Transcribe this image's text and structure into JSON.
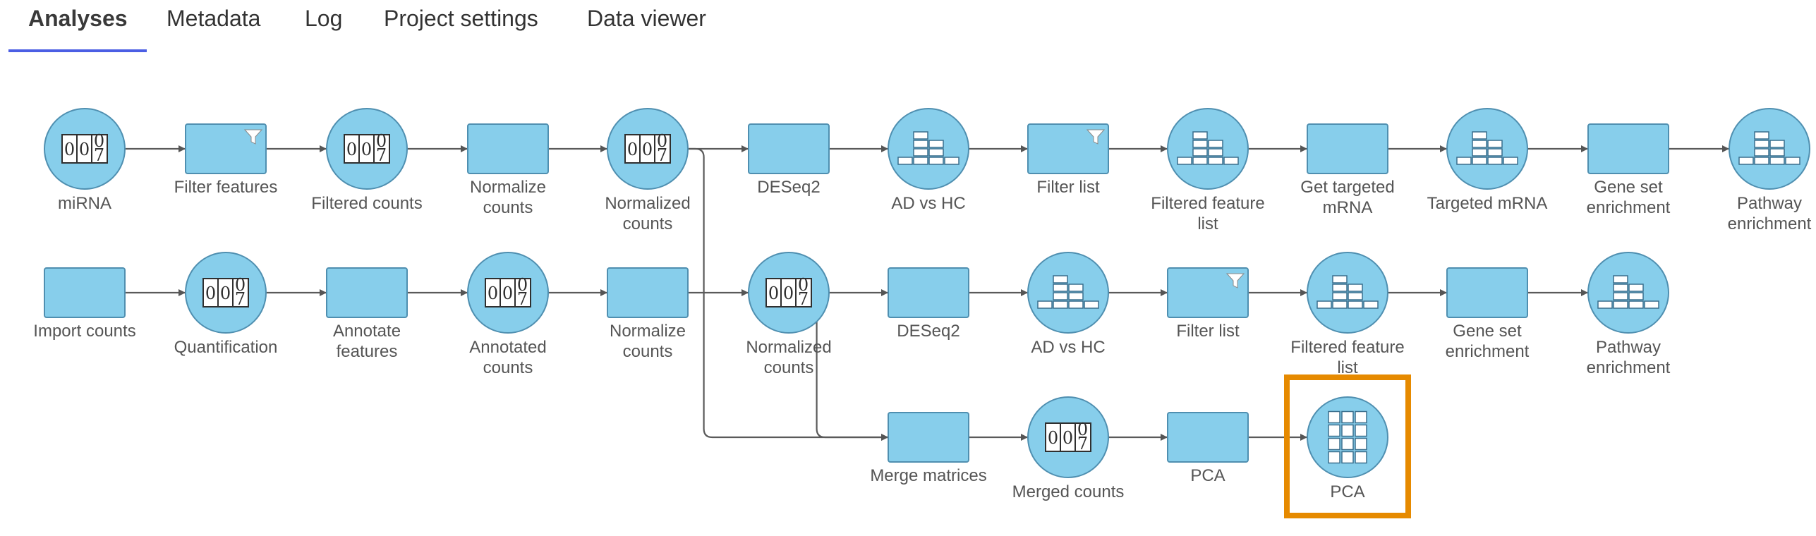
{
  "tabs": [
    {
      "label": "Analyses",
      "active": true
    },
    {
      "label": "Metadata",
      "active": false
    },
    {
      "label": "Log",
      "active": false
    },
    {
      "label": "Project settings",
      "active": false
    },
    {
      "label": "Data viewer",
      "active": false
    }
  ],
  "colors": {
    "node_fill": "#87ceeb",
    "node_stroke": "#4f8fb0",
    "edge": "#5a5a5a",
    "highlight": "#e68a00",
    "tab_accent": "#4b5ee4"
  },
  "nodes": [
    {
      "id": "n1",
      "kind": "circle",
      "icon": "count-matrix-icon",
      "label": [
        "miRNA"
      ]
    },
    {
      "id": "n2",
      "kind": "rect",
      "icon": "filter-icon",
      "label": [
        "Filter features"
      ]
    },
    {
      "id": "n3",
      "kind": "circle",
      "icon": "count-matrix-icon",
      "label": [
        "Filtered counts"
      ]
    },
    {
      "id": "n4",
      "kind": "rect",
      "icon": "",
      "label": [
        "Normalize",
        "counts"
      ]
    },
    {
      "id": "n5",
      "kind": "circle",
      "icon": "count-matrix-icon",
      "label": [
        "Normalized",
        "counts"
      ]
    },
    {
      "id": "n6",
      "kind": "rect",
      "icon": "",
      "label": [
        "DESeq2"
      ]
    },
    {
      "id": "n7",
      "kind": "circle",
      "icon": "feature-list-icon",
      "label": [
        "AD vs HC"
      ]
    },
    {
      "id": "n8",
      "kind": "rect",
      "icon": "filter-icon",
      "label": [
        "Filter list"
      ]
    },
    {
      "id": "n9",
      "kind": "circle",
      "icon": "feature-list-icon",
      "label": [
        "Filtered feature",
        "list"
      ]
    },
    {
      "id": "n10",
      "kind": "rect",
      "icon": "",
      "label": [
        "Get targeted",
        "mRNA"
      ]
    },
    {
      "id": "n11",
      "kind": "circle",
      "icon": "feature-list-icon",
      "label": [
        "Targeted mRNA"
      ]
    },
    {
      "id": "n12",
      "kind": "rect",
      "icon": "",
      "label": [
        "Gene set",
        "enrichment"
      ]
    },
    {
      "id": "n13",
      "kind": "circle",
      "icon": "feature-list-icon",
      "label": [
        "Pathway",
        "enrichment"
      ]
    },
    {
      "id": "m1",
      "kind": "rect",
      "icon": "",
      "label": [
        "Import counts"
      ]
    },
    {
      "id": "m2",
      "kind": "circle",
      "icon": "count-matrix-icon",
      "label": [
        "Quantification"
      ]
    },
    {
      "id": "m3",
      "kind": "rect",
      "icon": "",
      "label": [
        "Annotate",
        "features"
      ]
    },
    {
      "id": "m4",
      "kind": "circle",
      "icon": "count-matrix-icon",
      "label": [
        "Annotated",
        "counts"
      ]
    },
    {
      "id": "m5",
      "kind": "rect",
      "icon": "",
      "label": [
        "Normalize",
        "counts"
      ]
    },
    {
      "id": "m6",
      "kind": "circle",
      "icon": "count-matrix-icon",
      "label": [
        "Normalized",
        "counts"
      ]
    },
    {
      "id": "m7",
      "kind": "rect",
      "icon": "",
      "label": [
        "DESeq2"
      ]
    },
    {
      "id": "m8",
      "kind": "circle",
      "icon": "feature-list-icon",
      "label": [
        "AD vs HC"
      ]
    },
    {
      "id": "m9",
      "kind": "rect",
      "icon": "filter-icon",
      "label": [
        "Filter list"
      ]
    },
    {
      "id": "m10",
      "kind": "circle",
      "icon": "feature-list-icon",
      "label": [
        "Filtered feature",
        "list"
      ]
    },
    {
      "id": "m11",
      "kind": "rect",
      "icon": "",
      "label": [
        "Gene set",
        "enrichment"
      ]
    },
    {
      "id": "m12",
      "kind": "circle",
      "icon": "feature-list-icon",
      "label": [
        "Pathway",
        "enrichment"
      ]
    },
    {
      "id": "p1",
      "kind": "rect",
      "icon": "",
      "label": [
        "Merge matrices"
      ]
    },
    {
      "id": "p2",
      "kind": "circle",
      "icon": "count-matrix-icon",
      "label": [
        "Merged counts"
      ]
    },
    {
      "id": "p3",
      "kind": "rect",
      "icon": "",
      "label": [
        "PCA"
      ]
    },
    {
      "id": "p4",
      "kind": "circle",
      "icon": "grid-icon",
      "label": [
        "PCA"
      ],
      "highlighted": true
    }
  ],
  "edges": [
    [
      "n1",
      "n2"
    ],
    [
      "n2",
      "n3"
    ],
    [
      "n3",
      "n4"
    ],
    [
      "n4",
      "n5"
    ],
    [
      "n5",
      "n6"
    ],
    [
      "n6",
      "n7"
    ],
    [
      "n7",
      "n8"
    ],
    [
      "n8",
      "n9"
    ],
    [
      "n9",
      "n10"
    ],
    [
      "n10",
      "n11"
    ],
    [
      "n11",
      "n12"
    ],
    [
      "n12",
      "n13"
    ],
    [
      "m1",
      "m2"
    ],
    [
      "m2",
      "m3"
    ],
    [
      "m3",
      "m4"
    ],
    [
      "m4",
      "m5"
    ],
    [
      "m5",
      "m6"
    ],
    [
      "m6",
      "m7"
    ],
    [
      "m7",
      "m8"
    ],
    [
      "m8",
      "m9"
    ],
    [
      "m9",
      "m10"
    ],
    [
      "m10",
      "m11"
    ],
    [
      "m11",
      "m12"
    ],
    [
      "n5",
      "p1"
    ],
    [
      "m6",
      "p1"
    ],
    [
      "p1",
      "p2"
    ],
    [
      "p2",
      "p3"
    ],
    [
      "p3",
      "p4"
    ]
  ]
}
